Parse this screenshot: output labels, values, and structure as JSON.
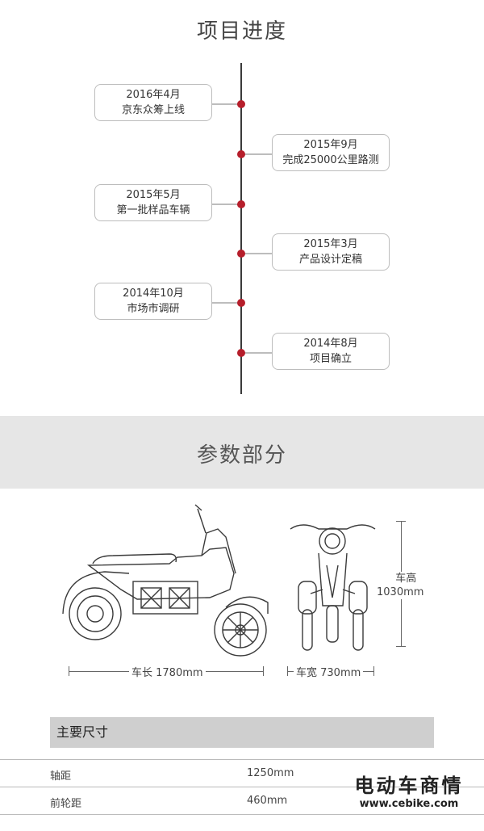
{
  "header": {
    "title": "项目进度"
  },
  "timeline": [
    {
      "date": "2016年4月",
      "text": "京东众筹上线",
      "side": "left"
    },
    {
      "date": "2015年9月",
      "text": "完成25000公里路测",
      "side": "right"
    },
    {
      "date": "2015年5月",
      "text": "第一批样品车辆",
      "side": "left"
    },
    {
      "date": "2015年3月",
      "text": "产品设计定稿",
      "side": "right"
    },
    {
      "date": "2014年10月",
      "text": "市场市调研",
      "side": "left"
    },
    {
      "date": "2014年8月",
      "text": "项目确立",
      "side": "right"
    }
  ],
  "params": {
    "title": "参数部分"
  },
  "dimensions": {
    "length": "车长 1780mm",
    "width": "车宽 730mm",
    "height_label": "车高",
    "height_value": "1030mm"
  },
  "table": {
    "heading": "主要尺寸",
    "rows": [
      {
        "key": "轴距",
        "value": "1250mm"
      },
      {
        "key": "前轮距",
        "value": "460mm"
      }
    ]
  },
  "watermark": {
    "title": "电动车商情",
    "url": "www.cebike.com"
  },
  "colors": {
    "accent": "#b61e2b",
    "band": "#e6e6e6",
    "table_head": "#cfcfcf"
  }
}
